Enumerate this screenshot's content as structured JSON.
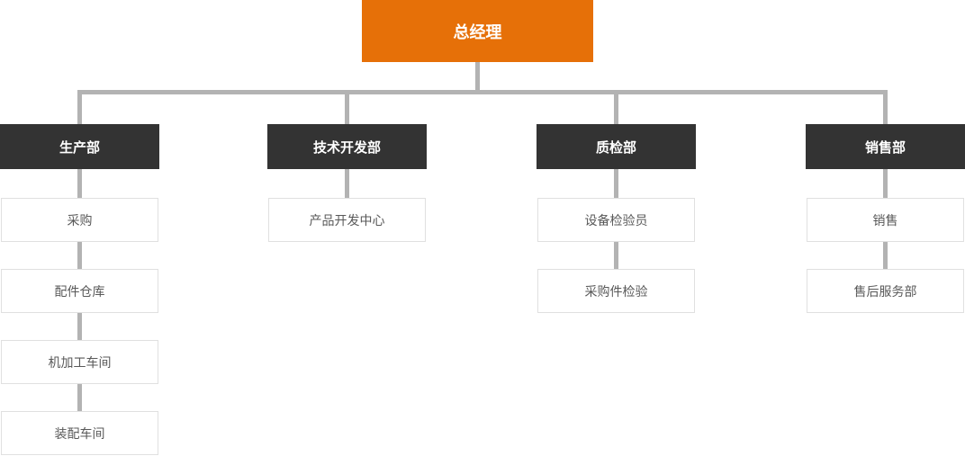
{
  "root": {
    "label": "总经理"
  },
  "departments": [
    {
      "label": "生产部",
      "children": [
        "采购",
        "配件仓库",
        "机加工车间",
        "装配车间"
      ]
    },
    {
      "label": "技术开发部",
      "children": [
        "产品开发中心"
      ]
    },
    {
      "label": "质检部",
      "children": [
        "设备检验员",
        "采购件检验"
      ]
    },
    {
      "label": "销售部",
      "children": [
        "销售",
        "售后服务部"
      ]
    }
  ],
  "colors": {
    "root_bg": "#e67008",
    "root_text": "#ffffff",
    "dept_bg": "#333333",
    "dept_text": "#ffffff",
    "leaf_bg": "#ffffff",
    "leaf_border": "#e0e0e0",
    "leaf_text": "#595959",
    "connector": "#b3b3b3"
  }
}
